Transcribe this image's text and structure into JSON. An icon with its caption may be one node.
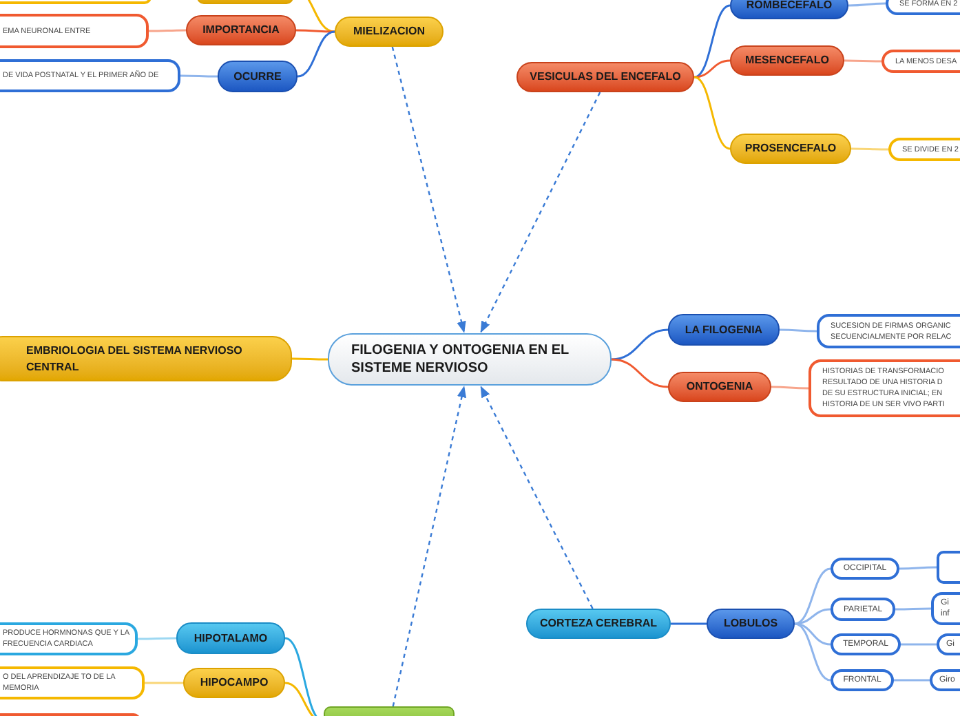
{
  "diagram": {
    "nodes": [
      {
        "text": [
          "FILOGENIA Y ONTOGENIA EN EL SISTEME NERVIOSO"
        ]
      },
      {
        "text": [
          "MIELIZACION"
        ]
      },
      {
        "text": [],
        "shape": "box"
      },
      {
        "text": [],
        "shape": "box"
      },
      {
        "text": [
          "IMPORTANCIA"
        ]
      },
      {
        "text": [
          "EMA NEURONAL ENTRE"
        ]
      },
      {
        "text": [
          "OCURRE"
        ]
      },
      {
        "text": [
          "DE VIDA POSTNATAL Y EL PRIMER AÑO DE"
        ]
      },
      {
        "text": [
          "VESICULAS DEL ENCEFALO"
        ]
      },
      {
        "text": [
          "ROMBECEFALO"
        ]
      },
      {
        "text": [
          "SE FORMA EN 2"
        ]
      },
      {
        "text": [
          "MESENCEFALO"
        ]
      },
      {
        "text": [
          "LA MENOS DESA"
        ]
      },
      {
        "text": [
          "PROSENCEFALO"
        ]
      },
      {
        "text": [
          "SE DIVIDE EN 2"
        ]
      },
      {
        "text": [
          "EMBRIOLOGIA DEL SISTEMA NERVIOSO CENTRAL"
        ]
      },
      {
        "text": [
          "LA FILOGENIA"
        ]
      },
      {
        "text": [
          "SUCESION DE FIRMAS ORGANIC SECUENCIALMENTE POR RELAC"
        ]
      },
      {
        "text": [
          "ONTOGENIA"
        ]
      },
      {
        "text": [
          "HISTORIAS DE TRANSFORMACIO RESULTADO DE UNA HISTORIA D DE SU ESTRUCTURA INICIAL; EN HISTORIA DE UN SER VIVO PARTI"
        ]
      },
      {
        "text": [
          "CORTEZA CEREBRAL"
        ]
      },
      {
        "text": [
          "LOBULOS"
        ]
      },
      {
        "text": [
          "OCCIPITAL"
        ]
      },
      {
        "text": [],
        "shape": "box"
      },
      {
        "text": [
          "PARIETAL"
        ]
      },
      {
        "text": [
          "Gi inf"
        ]
      },
      {
        "text": [
          "TEMPORAL"
        ]
      },
      {
        "text": [
          "Gi"
        ]
      },
      {
        "text": [
          "FRONTAL"
        ]
      },
      {
        "text": [
          "Giro"
        ]
      },
      {
        "text": [],
        "shape": "box"
      },
      {
        "text": [
          "HIPOTALAMO"
        ]
      },
      {
        "text": [
          "PRODUCE HORMNONAS QUE Y LA FRECUENCIA CARDIACA"
        ]
      },
      {
        "text": [
          "HIPOCAMPO"
        ]
      },
      {
        "text": [
          "O DEL APRENDIZAJE TO DE LA MEMORIA"
        ]
      },
      {
        "text": [],
        "shape": "box"
      }
    ],
    "edges": [
      {
        "from": 1,
        "to": 0,
        "arrow": "to",
        "style": "dashed",
        "color": "#3a7bd5"
      },
      {
        "from": 8,
        "to": 0,
        "arrow": "to",
        "style": "dashed",
        "color": "#3a7bd5"
      },
      {
        "from": 30,
        "to": 0,
        "arrow": "to",
        "style": "dashed",
        "color": "#3a7bd5"
      },
      {
        "from": 20,
        "to": 0,
        "arrow": "to",
        "style": "dashed",
        "color": "#3a7bd5"
      },
      {
        "from": 1,
        "to": 2,
        "arrow": "none",
        "color": "#f5b800"
      },
      {
        "from": 1,
        "to": 4,
        "arrow": "none",
        "color": "#f05a30"
      },
      {
        "from": 4,
        "to": 5,
        "arrow": "none",
        "color": "#f7a58c"
      },
      {
        "from": 1,
        "to": 6,
        "arrow": "none",
        "color": "#2f6fd6"
      },
      {
        "from": 6,
        "to": 7,
        "arrow": "none",
        "color": "#8fb5ec"
      },
      {
        "from": 8,
        "to": 9,
        "arrow": "none",
        "color": "#2f6fd6"
      },
      {
        "from": 9,
        "to": 10,
        "arrow": "none",
        "color": "#8fb5ec"
      },
      {
        "from": 8,
        "to": 11,
        "arrow": "none",
        "color": "#f05a30"
      },
      {
        "from": 11,
        "to": 12,
        "arrow": "none",
        "color": "#f7a58c"
      },
      {
        "from": 8,
        "to": 13,
        "arrow": "none",
        "color": "#f5b800"
      },
      {
        "from": 13,
        "to": 14,
        "arrow": "none",
        "color": "#f9d677"
      },
      {
        "from": 0,
        "to": 15,
        "arrow": "none",
        "color": "#f5b800"
      },
      {
        "from": 0,
        "to": 16,
        "arrow": "none",
        "color": "#2f6fd6"
      },
      {
        "from": 16,
        "to": 17,
        "arrow": "none",
        "color": "#8fb5ec"
      },
      {
        "from": 0,
        "to": 18,
        "arrow": "none",
        "color": "#f05a30"
      },
      {
        "from": 18,
        "to": 19,
        "arrow": "none",
        "color": "#f7a58c"
      },
      {
        "from": 20,
        "to": 21,
        "arrow": "none",
        "color": "#2f6fd6"
      },
      {
        "from": 21,
        "to": 22,
        "arrow": "none",
        "color": "#8fb5ec"
      },
      {
        "from": 22,
        "to": 23,
        "arrow": "none",
        "color": "#8fb5ec"
      },
      {
        "from": 21,
        "to": 24,
        "arrow": "none",
        "color": "#8fb5ec"
      },
      {
        "from": 24,
        "to": 25,
        "arrow": "none",
        "color": "#8fb5ec"
      },
      {
        "from": 21,
        "to": 26,
        "arrow": "none",
        "color": "#8fb5ec"
      },
      {
        "from": 26,
        "to": 27,
        "arrow": "none",
        "color": "#8fb5ec"
      },
      {
        "from": 21,
        "to": 28,
        "arrow": "none",
        "color": "#8fb5ec"
      },
      {
        "from": 28,
        "to": 29,
        "arrow": "none",
        "color": "#8fb5ec"
      },
      {
        "from": 30,
        "to": 31,
        "arrow": "none",
        "color": "#2aa8e0"
      },
      {
        "from": 31,
        "to": 32,
        "arrow": "none",
        "color": "#9dd8f2"
      },
      {
        "from": 30,
        "to": 33,
        "arrow": "none",
        "color": "#f5b800"
      },
      {
        "from": 33,
        "to": 34,
        "arrow": "none",
        "color": "#f9d677"
      }
    ]
  }
}
